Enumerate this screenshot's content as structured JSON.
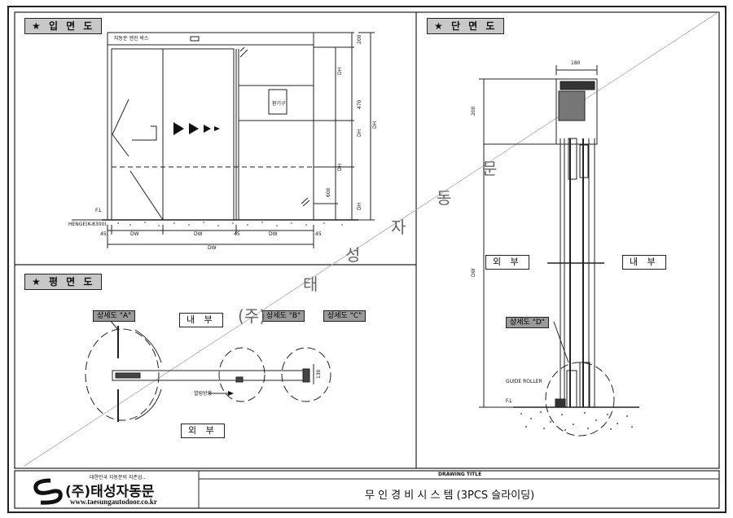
{
  "sections": {
    "elevation": "입 면 도",
    "plan": "평 면 도",
    "section": "단 면 도"
  },
  "elevation": {
    "box_label": "자동문 엔진 박스",
    "vent_label": "환기구",
    "hinge_label": "HENGE(K-8300)",
    "fl_label": "F.L",
    "dims_bottom": [
      "45",
      "DW",
      "DW",
      "45",
      "DW",
      "45"
    ],
    "dw_total": "DW",
    "dims_right": [
      "200",
      "DH",
      "470",
      "DH",
      "DH",
      "DH",
      "600",
      "DH"
    ]
  },
  "plan": {
    "inside": "내 부",
    "outside": "외 부",
    "detail_a": "상세도 \"A\"",
    "detail_b": "상세도 \"B\"",
    "detail_c": "상세도 \"C\"",
    "open_dir": "열림방향",
    "dim_130": "130"
  },
  "section": {
    "dim_180": "180",
    "dim_200": "200",
    "dim_dw": "DW",
    "outside": "외 부",
    "inside": "내 부",
    "detail_d": "상세도 \"D\"",
    "guide_roller": "GUIDE ROLLER",
    "fl": "F.L"
  },
  "watermark": [
    "(주)",
    "태",
    "성",
    "자",
    "동",
    "문"
  ],
  "footer": {
    "slogan": "대한민국 자동문의 자존심..",
    "company": "(주)태성자동문",
    "url": "www.taesungautodoor.co.kr",
    "drawing_title_label": "DRAWING TITLE",
    "drawing_title": "무 인 경 비 시 스 템 (3PCS 슬라이딩)"
  }
}
